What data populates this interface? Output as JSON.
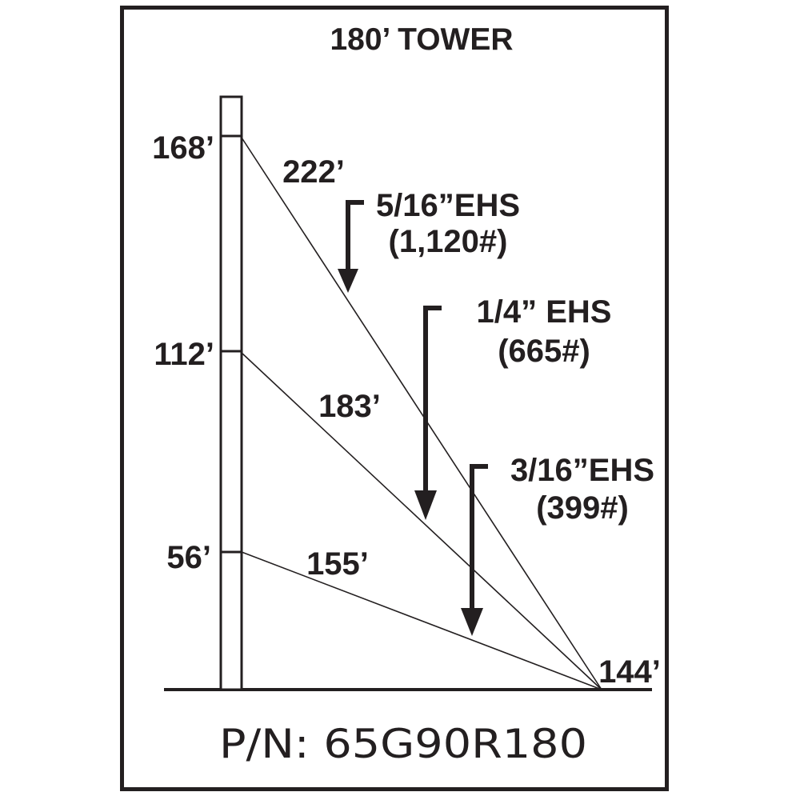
{
  "title": "180’ TOWER",
  "part_number": "P/N: 65G90R180",
  "anchor_distance": "144’",
  "attachments": [
    {
      "height": "168’",
      "guy_length": "222’"
    },
    {
      "height": "112’",
      "guy_length": "183’"
    },
    {
      "height": "56’",
      "guy_length": "155’"
    }
  ],
  "callouts": [
    {
      "cable": "5/16”EHS",
      "rating": "(1,120#)"
    },
    {
      "cable": "1/4” EHS",
      "rating": "(665#)"
    },
    {
      "cable": "3/16”EHS",
      "rating": "(399#)"
    }
  ],
  "colors": {
    "ink": "#231f20",
    "background": "#ffffff"
  }
}
